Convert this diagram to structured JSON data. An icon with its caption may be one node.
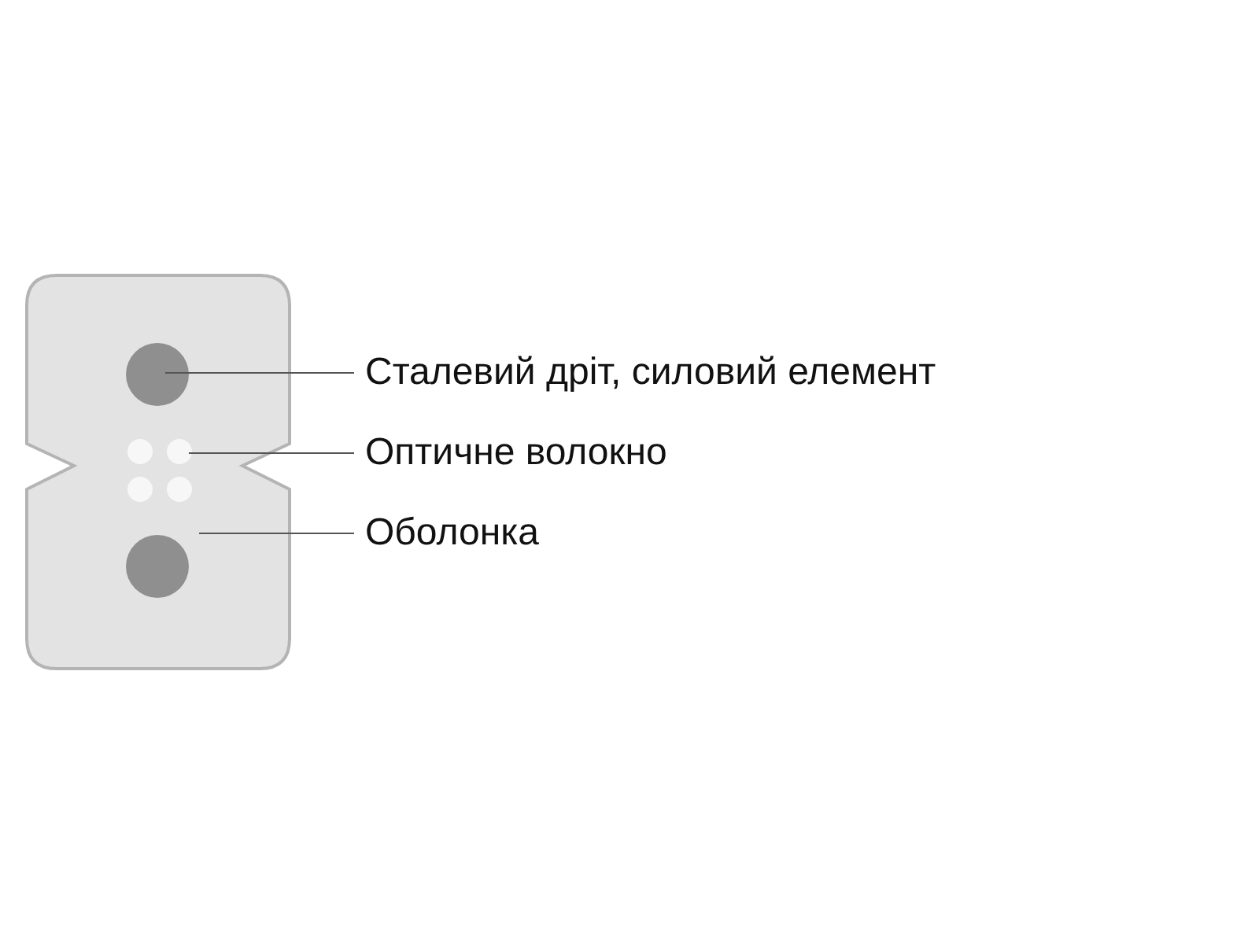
{
  "diagram": {
    "nodes": [
      {
        "text": [],
        "shape": "box"
      },
      {
        "text": [],
        "shape": "circle",
        "in": 0
      },
      {
        "text": [],
        "shape": "circle",
        "in": 0
      },
      {
        "text": [
          "Сталевий дріт, силовий елемент"
        ]
      },
      {
        "text": [
          "Оптичне волокно"
        ]
      },
      {
        "text": [
          "Оболонка"
        ]
      }
    ],
    "edges": [
      {
        "from": 3,
        "to": 1,
        "arrow": "none"
      },
      {
        "from": 4,
        "to": 2,
        "arrow": "none"
      },
      {
        "from": 5,
        "to": 0,
        "arrow": "none"
      }
    ]
  }
}
